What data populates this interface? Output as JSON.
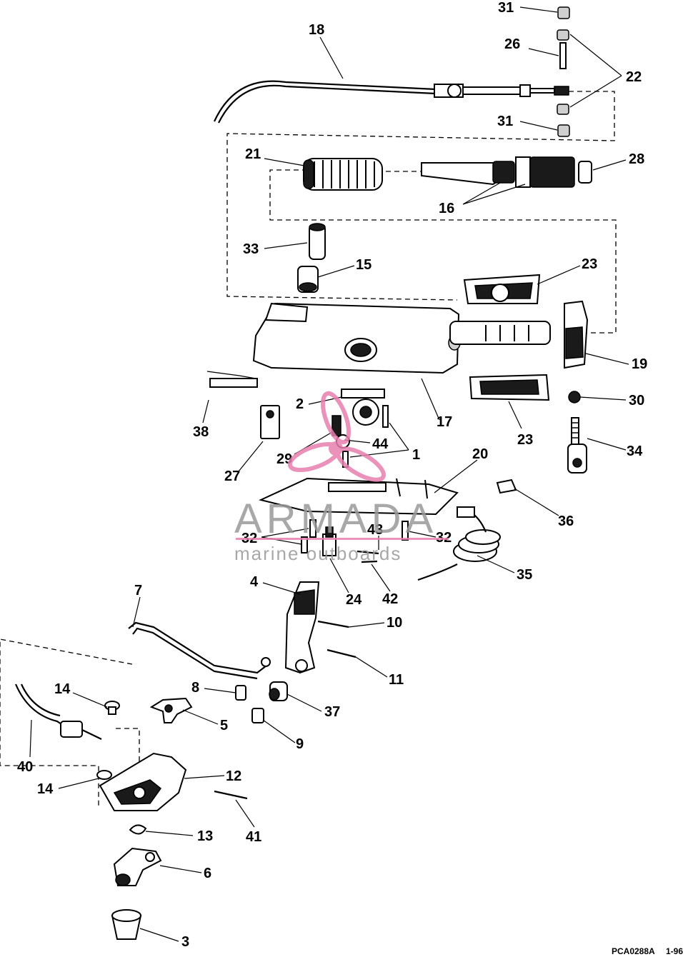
{
  "callouts": [
    {
      "id": "c31a",
      "text": "31"
    },
    {
      "id": "c18",
      "text": "18"
    },
    {
      "id": "c26",
      "text": "26"
    },
    {
      "id": "c22",
      "text": "22"
    },
    {
      "id": "c31b",
      "text": "31"
    },
    {
      "id": "c21",
      "text": "21"
    },
    {
      "id": "c28",
      "text": "28"
    },
    {
      "id": "c16",
      "text": "16"
    },
    {
      "id": "c33",
      "text": "33"
    },
    {
      "id": "c15",
      "text": "15"
    },
    {
      "id": "c23a",
      "text": "23"
    },
    {
      "id": "c19",
      "text": "19"
    },
    {
      "id": "c2",
      "text": "2"
    },
    {
      "id": "c17",
      "text": "17"
    },
    {
      "id": "c30",
      "text": "30"
    },
    {
      "id": "c38",
      "text": "38"
    },
    {
      "id": "c23b",
      "text": "23"
    },
    {
      "id": "c29",
      "text": "29"
    },
    {
      "id": "c44",
      "text": "44"
    },
    {
      "id": "c1",
      "text": "1"
    },
    {
      "id": "c34",
      "text": "34"
    },
    {
      "id": "c27",
      "text": "27"
    },
    {
      "id": "c20",
      "text": "20"
    },
    {
      "id": "c36",
      "text": "36"
    },
    {
      "id": "c43",
      "text": "43"
    },
    {
      "id": "c32a",
      "text": "32"
    },
    {
      "id": "c32b",
      "text": "32"
    },
    {
      "id": "c35",
      "text": "35"
    },
    {
      "id": "c4",
      "text": "4"
    },
    {
      "id": "c24",
      "text": "24"
    },
    {
      "id": "c42",
      "text": "42"
    },
    {
      "id": "c7",
      "text": "7"
    },
    {
      "id": "c10",
      "text": "10"
    },
    {
      "id": "c11",
      "text": "11"
    },
    {
      "id": "c14a",
      "text": "14"
    },
    {
      "id": "c8",
      "text": "8"
    },
    {
      "id": "c37",
      "text": "37"
    },
    {
      "id": "c5",
      "text": "5"
    },
    {
      "id": "c9",
      "text": "9"
    },
    {
      "id": "c40",
      "text": "40"
    },
    {
      "id": "c12",
      "text": "12"
    },
    {
      "id": "c14b",
      "text": "14"
    },
    {
      "id": "c41",
      "text": "41"
    },
    {
      "id": "c13",
      "text": "13"
    },
    {
      "id": "c6",
      "text": "6"
    },
    {
      "id": "c3",
      "text": "3"
    }
  ],
  "watermark": {
    "brand": "ARMADA",
    "tagline": "marine outboards",
    "color": "#e87fb0"
  },
  "drawing_code": "PCA0288A",
  "drawing_date": "1-96"
}
